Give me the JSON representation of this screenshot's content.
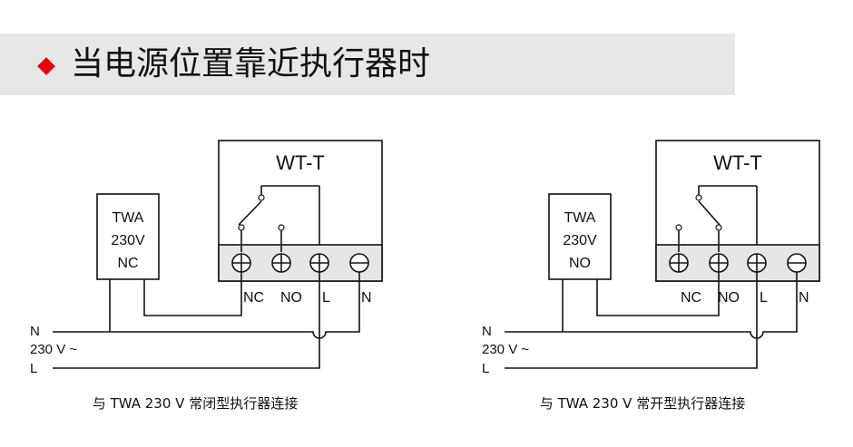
{
  "header": {
    "title": "当电源位置靠近执行器时",
    "bullet_color": "#e60012",
    "background": "#e7e7e7"
  },
  "diagrams": [
    {
      "controller_label": "WT-T",
      "actuator_lines": [
        "TWA",
        "230V",
        "NC"
      ],
      "terminals": [
        "NC",
        "NO",
        "L",
        "N"
      ],
      "supply": [
        "N",
        "230 V ~",
        "L"
      ],
      "caption": "与 TWA 230 V 常闭型执行器连接"
    },
    {
      "controller_label": "WT-T",
      "actuator_lines": [
        "TWA",
        "230V",
        "NO"
      ],
      "terminals": [
        "NC",
        "NO",
        "L",
        "N"
      ],
      "supply": [
        "N",
        "230 V ~",
        "L"
      ],
      "caption": "与 TWA 230 V 常开型执行器连接"
    }
  ]
}
